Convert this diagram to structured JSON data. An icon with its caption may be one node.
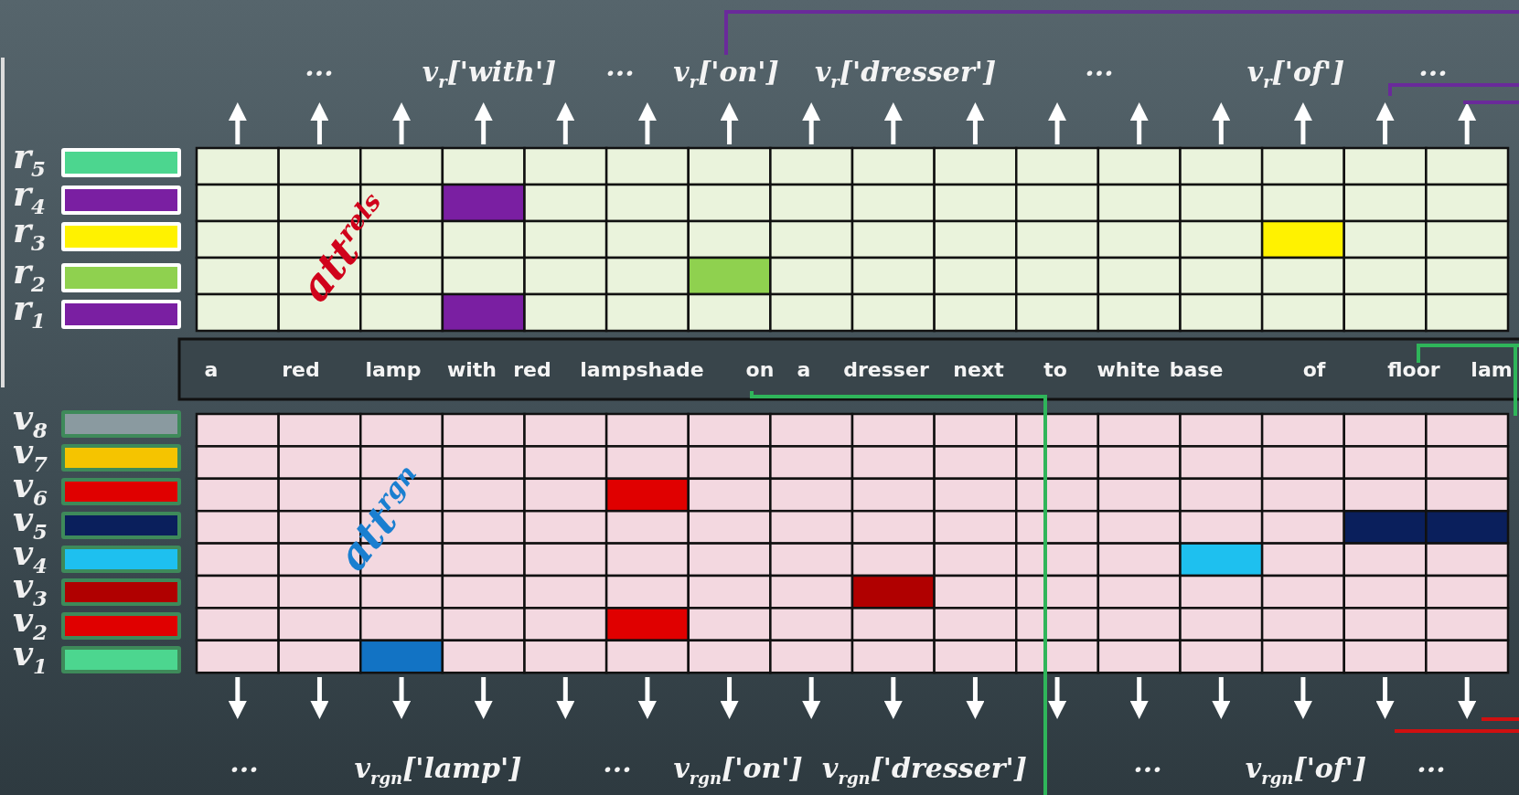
{
  "diagram": {
    "labels": [
      "···",
      "v$_{r}$['with']",
      "···",
      "v$_{r}$['on']",
      "v$_{r}$['dresser']",
      "···",
      "v$_{r}$['of']",
      "···",
      "a",
      "red",
      "lamp",
      "with",
      "red",
      "lampshade",
      "on",
      "a",
      "dresser",
      "next",
      "to",
      "white",
      "base",
      "of",
      "floor",
      "lam",
      "att$^{rels}$",
      "att$^{rgn}$",
      "···",
      "v$_{rgn}$['lamp']",
      "···",
      "v$_{rgn}$['on']",
      "v$_{rgn}$['dresser']",
      "···",
      "v$_{rgn}$['of']",
      "···"
    ],
    "legend": [
      {
        "text": "r$_{5}$",
        "color": "#4cd68f"
      },
      {
        "text": "r$_{4}$",
        "color": "#7a1fa2"
      },
      {
        "text": "r$_{3}$",
        "color": "#fff200"
      },
      {
        "text": "r$_{2}$",
        "color": "#8fd14f"
      },
      {
        "text": "r$_{1}$",
        "color": "#7a1fa2"
      },
      {
        "text": "v$_{8}$",
        "color": "#8a9aa0"
      },
      {
        "text": "v$_{7}$",
        "color": "#f5c400"
      },
      {
        "text": "v$_{6}$",
        "color": "#e00000"
      },
      {
        "text": "v$_{5}$",
        "color": "#0a1f5c"
      },
      {
        "text": "v$_{4}$",
        "color": "#1ec0ef"
      },
      {
        "text": "v$_{3}$",
        "color": "#b00000"
      },
      {
        "text": "v$_{2}$",
        "color": "#e00000"
      },
      {
        "text": "v$_{1}$",
        "color": "#4cd68f"
      }
    ]
  }
}
